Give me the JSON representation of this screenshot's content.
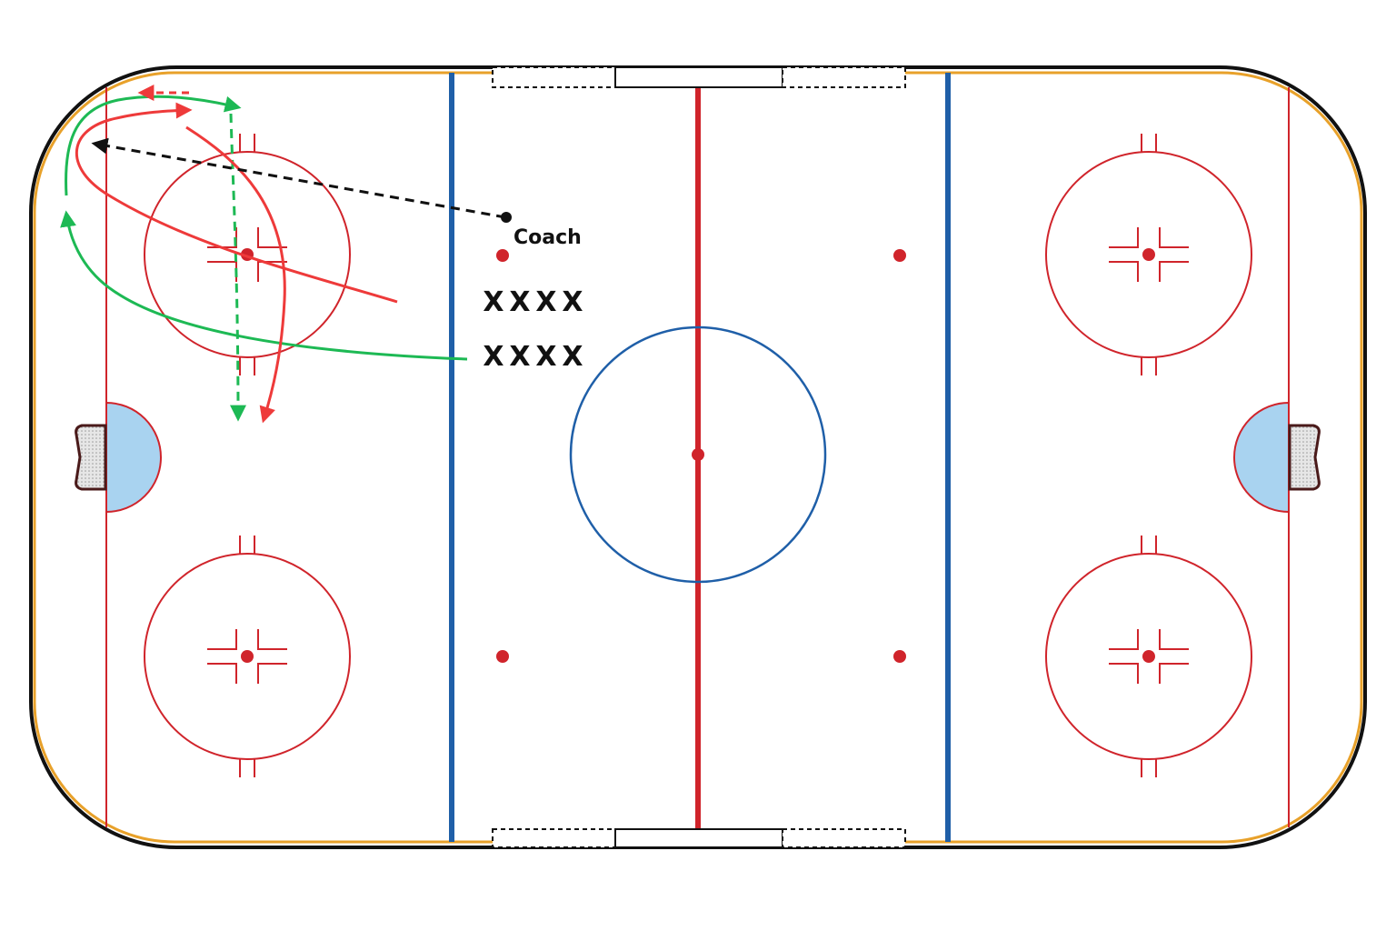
{
  "diagram": {
    "labels": {
      "coach": "Coach",
      "player_marker": "X"
    },
    "players": {
      "rows": 2,
      "per_row": 4
    },
    "colors": {
      "red_line": "#d0242b",
      "blue_line": "#1f5fa8",
      "board_yellow": "#e8a12a",
      "board_outline": "#111111",
      "crease": "#a9d3f0",
      "skater_path_red": "#ee3a3a",
      "skater_path_green": "#1db954",
      "coach_pass": "#111111"
    },
    "path_styles": {
      "solid": "skating",
      "dashed": "pass / skate without puck"
    }
  }
}
